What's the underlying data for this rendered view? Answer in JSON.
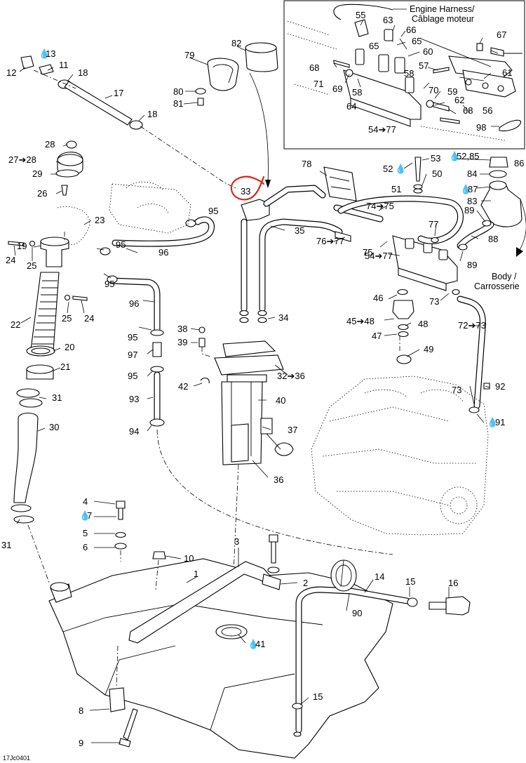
{
  "figure_code": "17Jc0401",
  "inset": {
    "harness_caption_line1": "Engine Harness/",
    "harness_caption_line2": "Câblage moteur"
  },
  "body_caption_line1": "Body /",
  "body_caption_line2": "Carrosserie",
  "callouts": {
    "c55": "55",
    "c63": "63",
    "c66": "66",
    "c65a": "65",
    "c65b": "65",
    "c67": "67",
    "c60": "60",
    "c68a": "68",
    "c57": "57",
    "c58a": "58",
    "c61": "61",
    "c71": "71",
    "c69": "69",
    "c58b": "58",
    "c70": "70",
    "c59": "59",
    "c62": "62",
    "c64": "64",
    "c68b": "68",
    "c56": "56",
    "c5477a": "54➔77",
    "c98": "98",
    "c13": "13",
    "c12": "12",
    "c11": "11",
    "c18a": "18",
    "c17": "17",
    "c18b": "18",
    "c28": "28",
    "c2728": "27➔28",
    "c29": "29",
    "c26": "26",
    "c23": "23",
    "c19": "19",
    "c95a": "95",
    "c24a": "24",
    "c25a": "25",
    "c95b": "95",
    "c96a": "96",
    "c22": "22",
    "c25b": "25",
    "c24b": "24",
    "c20": "20",
    "c21": "21",
    "c31a": "31",
    "c30": "30",
    "c31b": "31",
    "c82": "82",
    "c79": "79",
    "c80": "80",
    "c81": "81",
    "c33": "33",
    "c95c": "95",
    "c35": "35",
    "c78": "78",
    "c53": "53",
    "c5285": "52,85",
    "c86": "86",
    "c52": "52",
    "c50": "50",
    "c84": "84",
    "c51": "51",
    "c87": "87",
    "c83": "83",
    "c7475": "74➔75",
    "c89a": "89",
    "c77": "77",
    "c88": "88",
    "c7677": "76➔77",
    "c75": "75",
    "c89b": "89",
    "c5477b": "54➔77",
    "c46": "46",
    "c73a": "73",
    "c4548": "45➔48",
    "c48": "48",
    "c47": "47",
    "c7273": "72➔73",
    "c49": "49",
    "c34": "34",
    "c96b": "96",
    "c95d": "95",
    "c38": "38",
    "c39": "39",
    "c97": "97",
    "c3236": "32➔36",
    "c95e": "95",
    "c42": "42",
    "c93": "93",
    "c40": "40",
    "c73b": "73",
    "c92": "92",
    "c91": "91",
    "c94": "94",
    "c37": "37",
    "c36": "36",
    "c4": "4",
    "c7": "7",
    "c5": "5",
    "c6": "6",
    "c10": "10",
    "c3": "3",
    "c1": "1",
    "c2": "2",
    "c14": "14",
    "c15a": "15",
    "c16": "16",
    "c90": "90",
    "c41": "41",
    "c15b": "15",
    "c8": "8",
    "c9": "9"
  },
  "highlight": {
    "part": "33",
    "color": "#d62718"
  }
}
